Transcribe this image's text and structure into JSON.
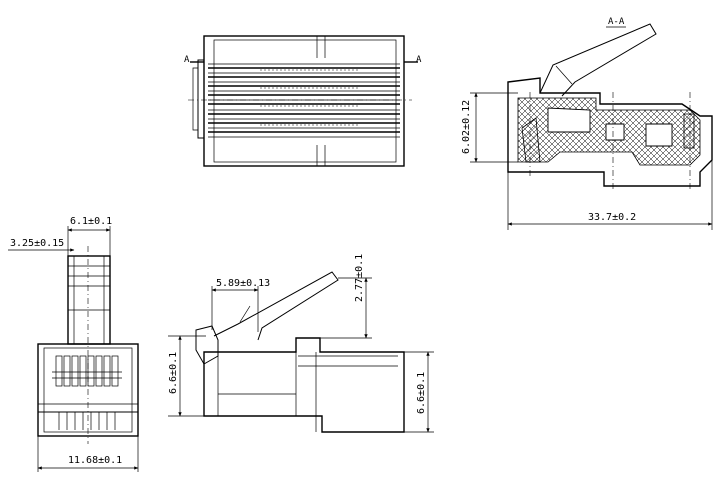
{
  "section_label": "A-A",
  "cut_marks": {
    "left": "A",
    "right": "A"
  },
  "dimensions": {
    "section_height": "6.02±0.12",
    "section_length": "33.7±0.2",
    "front_top_width": "6.1±0.1",
    "front_tab_width": "3.25±0.15",
    "front_bottom_width": "11.68±0.1",
    "side_latch_offset": "5.89±0.13",
    "side_latch_height": "2.77±0.1",
    "side_height_left": "6.6±0.1",
    "side_height_right": "6.6±0.1"
  }
}
